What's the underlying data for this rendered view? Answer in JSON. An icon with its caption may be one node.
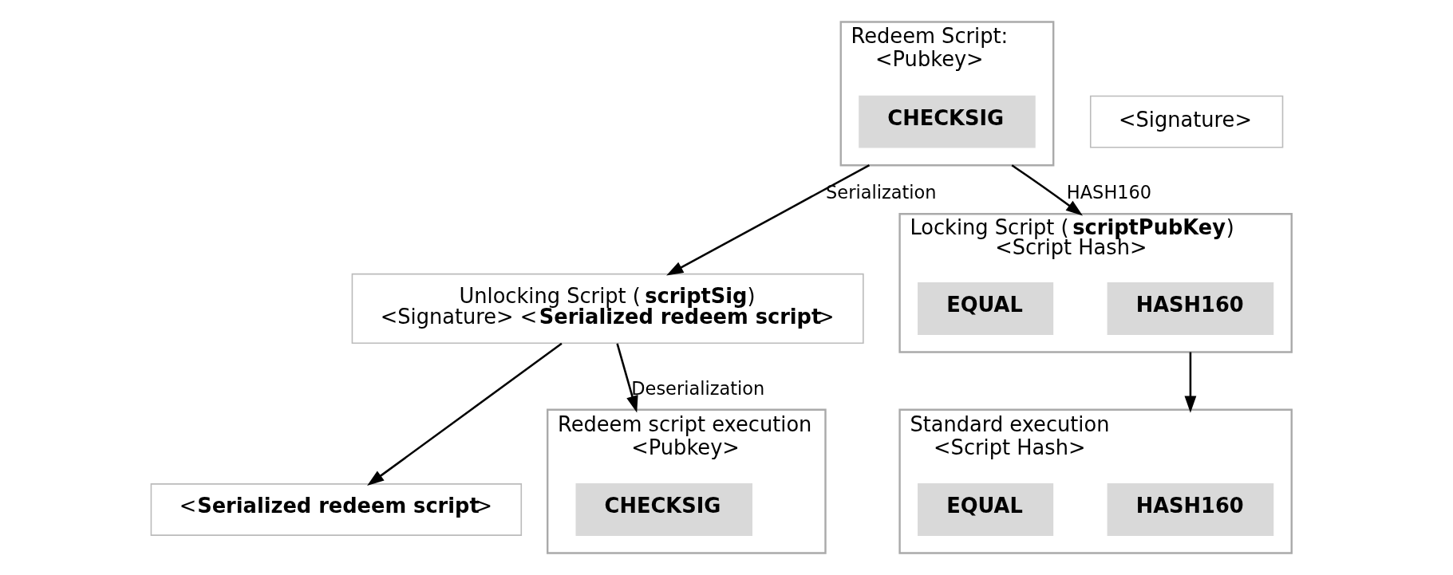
{
  "diagram": {
    "nodes": [
      {
        "text": [
          "Redeem Script:",
          "<Pubkey>"
        ]
      },
      {
        "text": [
          "CHECKSIG"
        ],
        "in": 0
      },
      {
        "text": [
          "Unlocking Script (**scriptSig**)",
          "<Signature> <**Serialized redeem script**>"
        ]
      },
      {
        "text": [
          "Locking Script (**scriptPubKey**)",
          "<Script Hash>"
        ]
      },
      {
        "text": [
          "HASH160"
        ],
        "in": 3
      },
      {
        "text": [
          "EQUAL"
        ],
        "in": 3
      },
      {
        "text": [
          "<**Serialized redeem script**>"
        ]
      },
      {
        "text": [
          "Standard execution",
          "<Script Hash>"
        ]
      },
      {
        "text": [
          "HASH160"
        ],
        "in": 7
      },
      {
        "text": [
          "EQUAL"
        ],
        "in": 7
      },
      {
        "text": [
          "<Signature>"
        ]
      },
      {
        "text": [
          "Redeem script execution",
          "<Pubkey>"
        ]
      },
      {
        "text": [
          "CHECKSIG"
        ],
        "in": 11
      }
    ],
    "edges": [
      {
        "from": 0,
        "to": 2,
        "arrow": "to",
        "label": "Serialization"
      },
      {
        "from": 0,
        "to": 3,
        "arrow": "to",
        "label": "HASH160"
      },
      {
        "from": 2,
        "to": 6,
        "arrow": "to"
      },
      {
        "from": 3,
        "to": 7,
        "arrow": "to"
      },
      {
        "from": 2,
        "to": 11,
        "arrow": "to",
        "label": "Deserialization"
      }
    ]
  }
}
